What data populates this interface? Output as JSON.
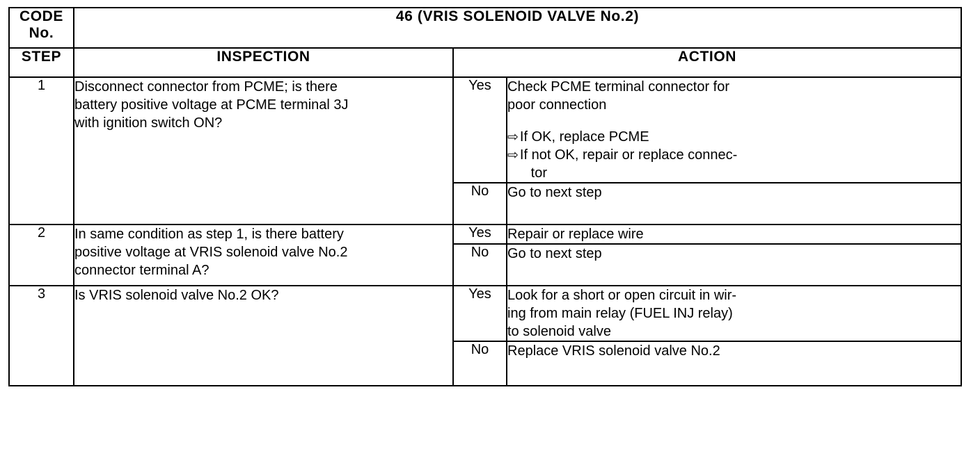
{
  "chart": {
    "code_label": "CODE No.",
    "code_title": "46 (VRIS SOLENOID VALVE No.2)",
    "columns": {
      "step": "STEP",
      "inspection": "INSPECTION",
      "action": "ACTION"
    },
    "answers": {
      "yes": "Yes",
      "no": "No"
    },
    "arrow_icon": "⇨",
    "steps": [
      {
        "number": "1",
        "inspection_lines": [
          "Disconnect connector from PCME; is there",
          "battery positive voltage at PCME terminal 3J",
          "with ignition switch ON?"
        ],
        "yes_lines": [
          "Check PCME terminal connector for",
          "poor connection"
        ],
        "yes_arrows": [
          "If OK, replace PCME",
          "If not OK, repair or replace connec-\n   tor"
        ],
        "no_lines": [
          "Go to next step"
        ],
        "no_arrows": []
      },
      {
        "number": "2",
        "inspection_lines": [
          "In same condition as step 1, is there battery",
          "positive voltage at VRIS solenoid valve No.2",
          "connector terminal A?"
        ],
        "yes_lines": [
          "Repair or replace wire"
        ],
        "yes_arrows": [],
        "no_lines": [
          "Go to next step"
        ],
        "no_arrows": []
      },
      {
        "number": "3",
        "inspection_lines": [
          "Is VRIS solenoid valve No.2 OK?"
        ],
        "yes_lines": [
          "Look for a short or open circuit in wir-",
          "ing from main relay (FUEL INJ relay)",
          "to solenoid valve"
        ],
        "yes_arrows": [],
        "no_lines": [
          "Replace VRIS solenoid valve No.2"
        ],
        "no_arrows": []
      }
    ]
  }
}
